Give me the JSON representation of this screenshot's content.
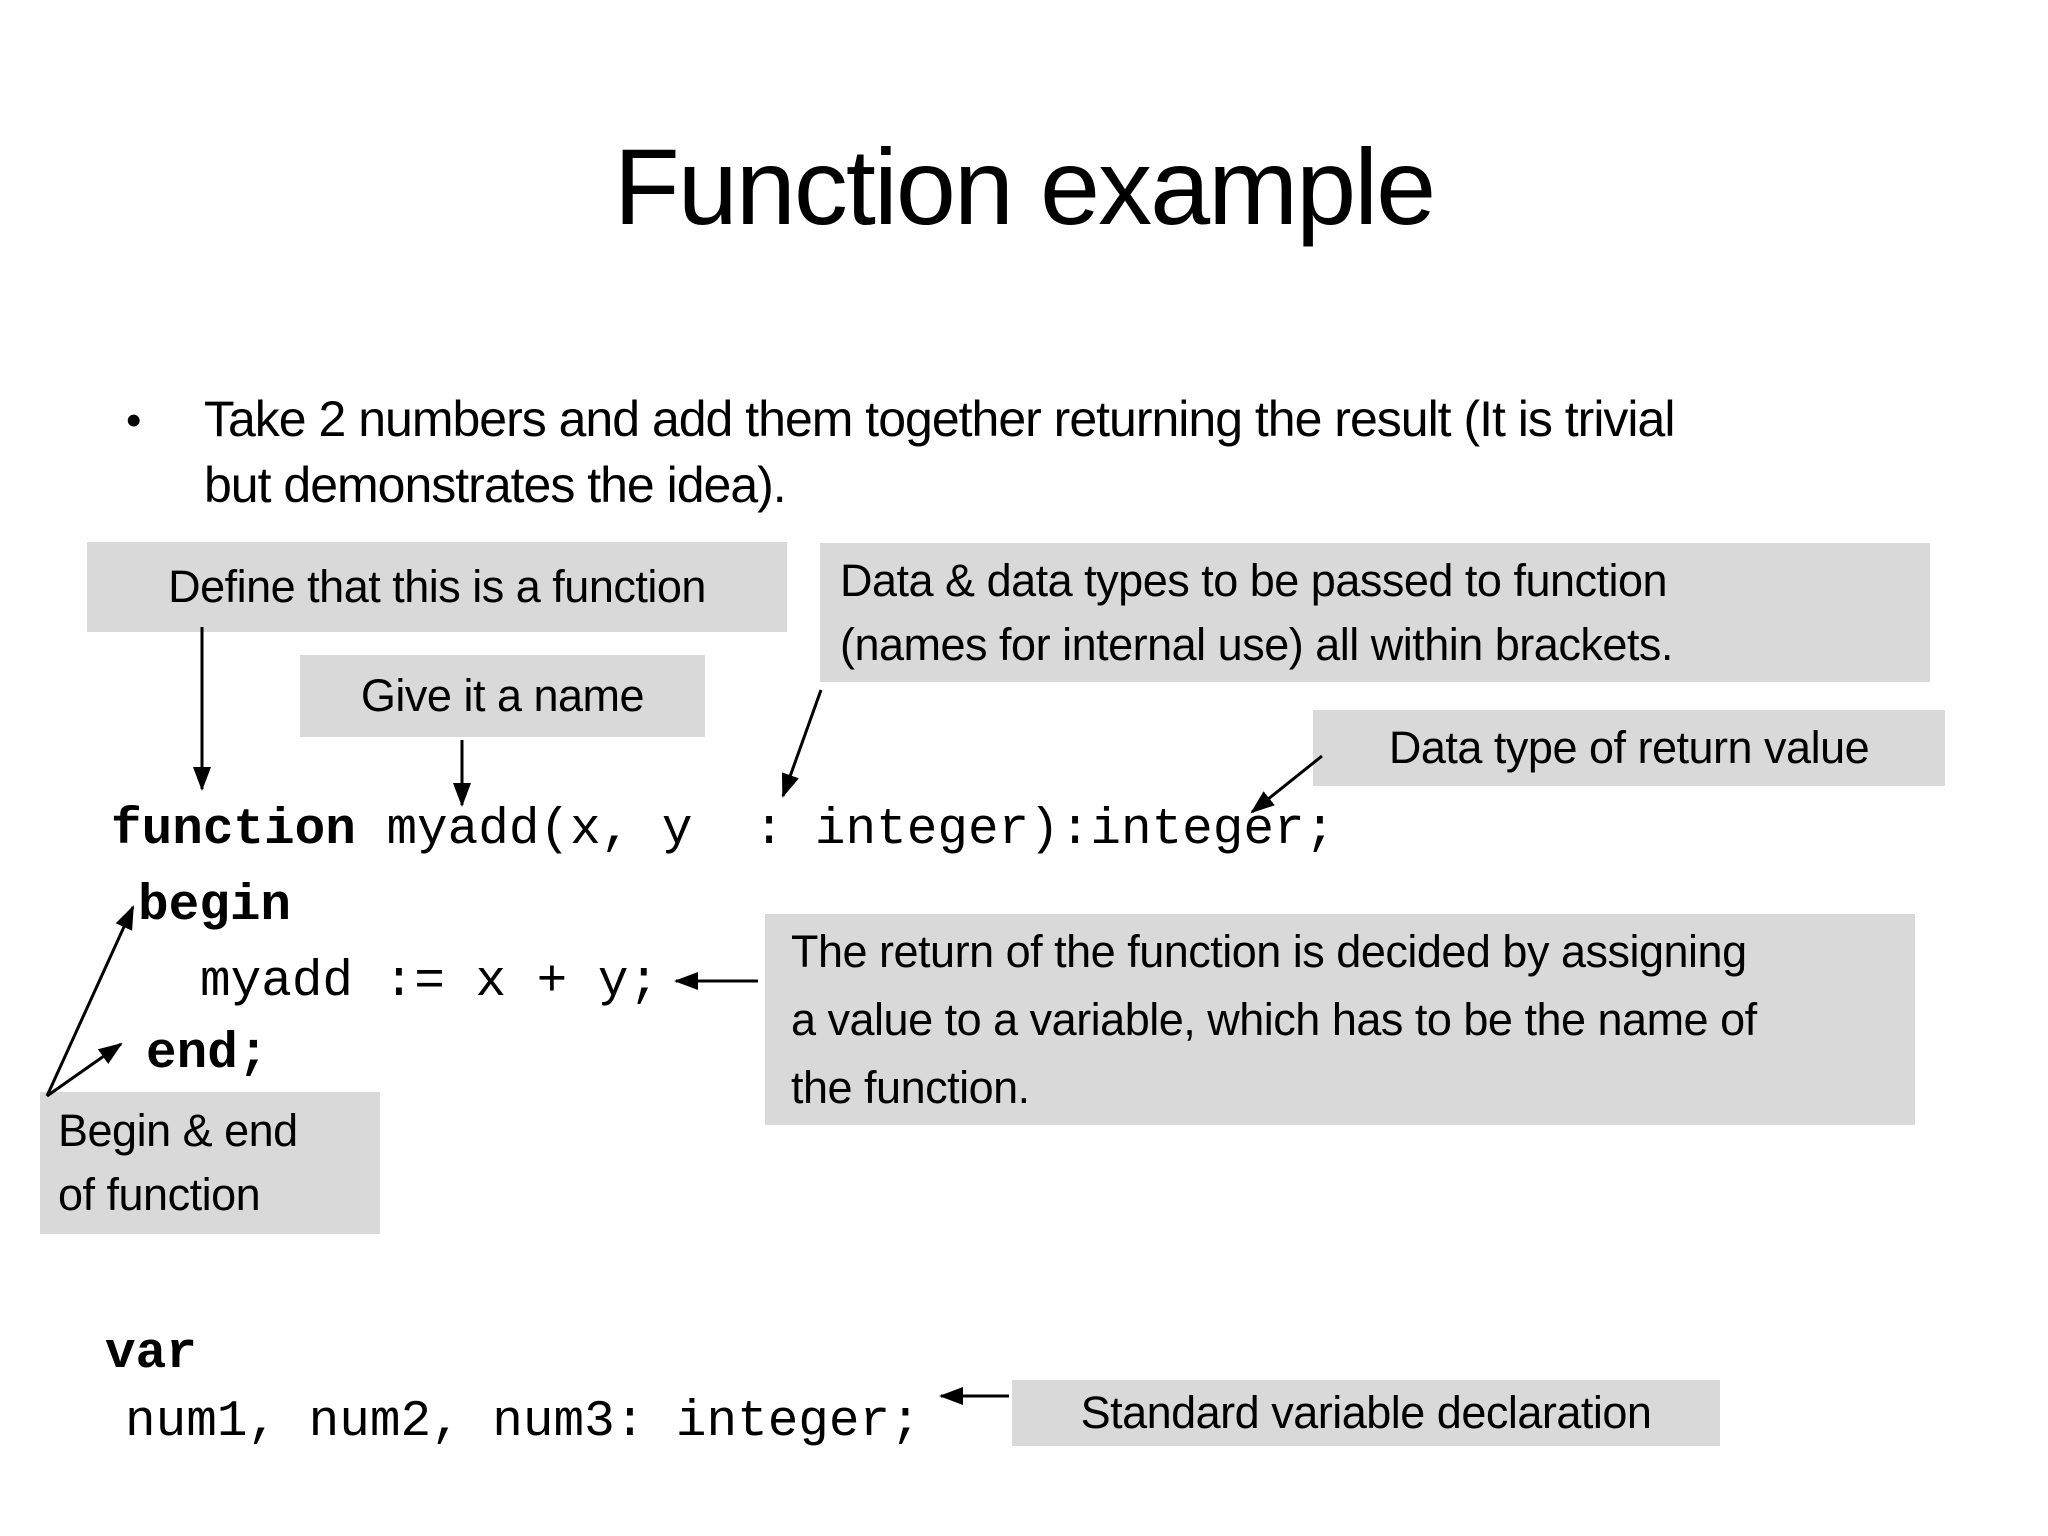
{
  "slide": {
    "title": "Function example",
    "bullet": {
      "marker": "•",
      "lines": [
        "Take 2 numbers and add them together returning the result (It is trivial",
        "but demonstrates the idea)."
      ]
    },
    "callouts": {
      "define": {
        "lines": [
          "Define that this is a function"
        ]
      },
      "give_name": {
        "lines": [
          "Give it a name"
        ]
      },
      "params": {
        "lines": [
          "Data & data types to be passed to function",
          "(names for internal use) all within brackets."
        ]
      },
      "return_type": {
        "lines": [
          "Data type of return value"
        ]
      },
      "return_assignment": {
        "lines": [
          "The return of the function is decided by assigning",
          "a value to a variable, which has to be the name of",
          "the function."
        ]
      },
      "begin_end": {
        "lines": [
          "Begin & end",
          "of function"
        ]
      },
      "variable_declaration": {
        "lines": [
          "Standard variable declaration"
        ]
      }
    },
    "code": {
      "keyword_function": "function",
      "signature_rest": " myadd(x, y  : integer):integer;",
      "keyword_begin": "begin",
      "assignment_line": "myadd := x + y;",
      "keyword_end": "end;",
      "keyword_var": "var",
      "var_line": "num1, num2, num3: integer;"
    },
    "colors": {
      "background": "#ffffff",
      "callout_background": "#d9d9d9",
      "text": "#000000",
      "arrow": "#000000"
    }
  }
}
